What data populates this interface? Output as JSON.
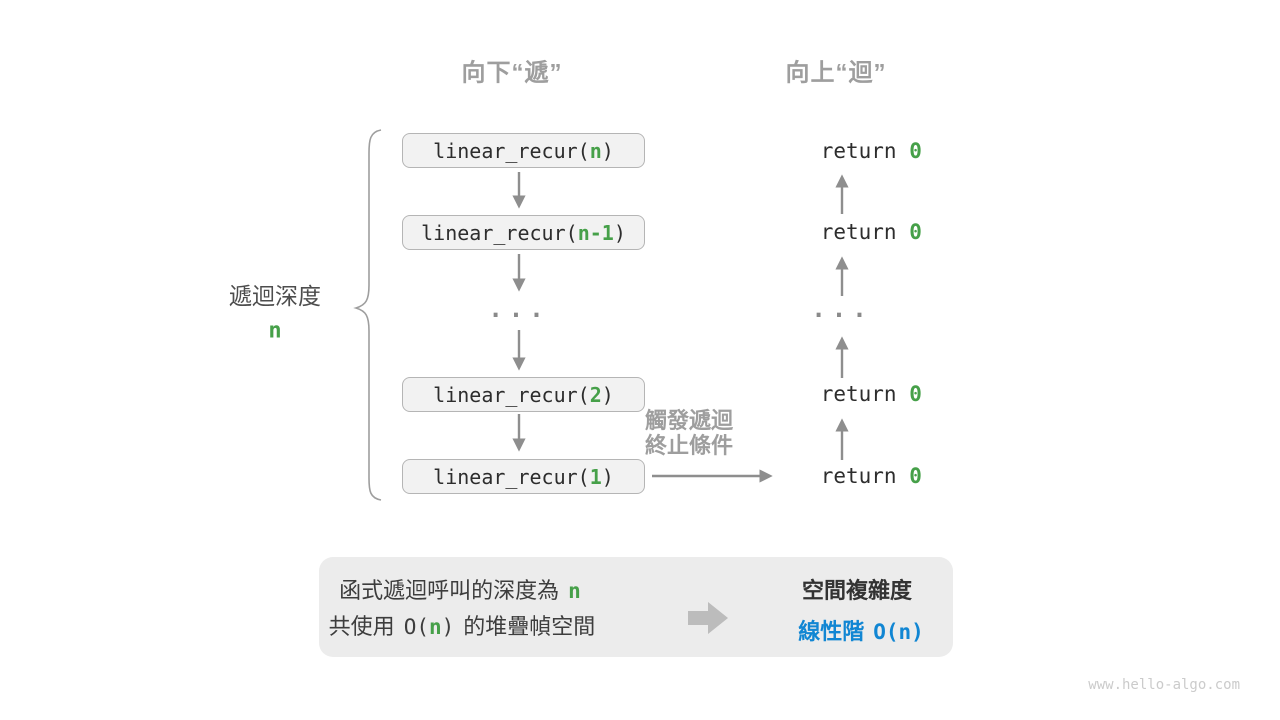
{
  "diagram": {
    "phase_down": "向下“遞”",
    "phase_up": "向上“迴”",
    "depth_label": "遞迴深度",
    "depth_value": "n",
    "calls": [
      {
        "pre": "linear_recur(",
        "arg": "n",
        "post": ")"
      },
      {
        "pre": "linear_recur(",
        "arg": "n-1",
        "post": ")"
      },
      {
        "pre": "linear_recur(",
        "arg": "2",
        "post": ")"
      },
      {
        "pre": "linear_recur(",
        "arg": "1",
        "post": ")"
      }
    ],
    "ellipsis": "...",
    "returns": [
      {
        "pre": "return ",
        "value": "0"
      },
      {
        "pre": "return ",
        "value": "0"
      },
      {
        "pre": "return ",
        "value": "0"
      },
      {
        "pre": "return ",
        "value": "0"
      }
    ],
    "terminate_line1": "觸發遞迴",
    "terminate_line2": "終止條件"
  },
  "summary": {
    "line1_text": "函式遞迴呼叫的深度為",
    "line1_value": "n",
    "line2_a": "共使用",
    "line2_code_open": "O(",
    "line2_value": "n",
    "line2_code_close": ")",
    "line2_b": "的堆疊幀空間",
    "result_title": "空間複雜度",
    "result_value_text": "線性階",
    "result_value_code": "O(n)"
  },
  "watermark": "www.hello-algo.com",
  "colors": {
    "green": "#46a049",
    "blue": "#1186d3",
    "gray_label": "#9e9e9e",
    "arrow_gray": "#8e8e8e",
    "box_fill": "#f2f2f2",
    "box_border": "#b5b5b5",
    "panel_fill": "#ececec"
  }
}
